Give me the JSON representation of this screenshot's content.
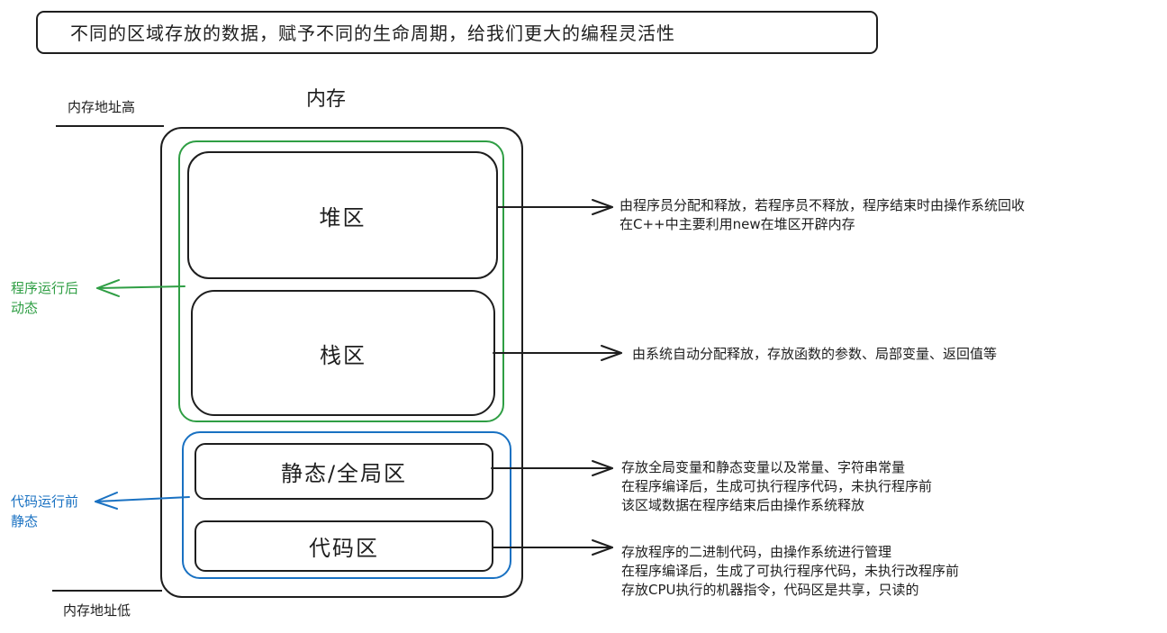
{
  "header": {
    "title": "不同的区域存放的数据，赋予不同的生命周期，给我们更大的编程灵活性"
  },
  "memory": {
    "title": "内存",
    "address_high": "内存地址高",
    "address_low": "内存地址低"
  },
  "regions": {
    "heap": "堆区",
    "stack": "栈区",
    "static": "静态/全局区",
    "code": "代码区"
  },
  "groups": {
    "dynamic": {
      "line1": "程序运行后",
      "line2": "动态",
      "color": "#2f9e44"
    },
    "static": {
      "line1": "代码运行前",
      "line2": "静态",
      "color": "#1971c2"
    }
  },
  "descriptions": {
    "heap": [
      "由程序员分配和释放，若程序员不释放，程序结束时由操作系统回收",
      "在C++中主要利用new在堆区开辟内存"
    ],
    "stack": [
      "由系统自动分配释放，存放函数的参数、局部变量、返回值等"
    ],
    "static": [
      "存放全局变量和静态变量以及常量、字符串常量",
      "在程序编译后，生成可执行程序代码，未执行程序前",
      "该区域数据在程序结束后由操作系统释放"
    ],
    "code": [
      "存放程序的二进制代码，由操作系统进行管理",
      "在程序编译后，生成了可执行程序代码，未执行改程序前",
      "存放CPU执行的机器指令，代码区是共享，只读的"
    ]
  }
}
